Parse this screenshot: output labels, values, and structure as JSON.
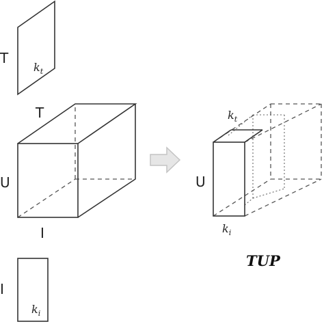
{
  "labels": {
    "T_top": "T",
    "T_cube": "T",
    "U_cube": "U",
    "I_cube": "I",
    "I_bottom": "I",
    "U_right": "U"
  },
  "symbols": {
    "k": "k",
    "t": "t",
    "i": "i"
  },
  "title": "TUP",
  "colors": {
    "line": "#333333",
    "arrow_fill": "#e6e6e6",
    "arrow_stroke": "#c4c4c4"
  },
  "icons": {
    "transform_arrow": "right-arrow-icon"
  }
}
